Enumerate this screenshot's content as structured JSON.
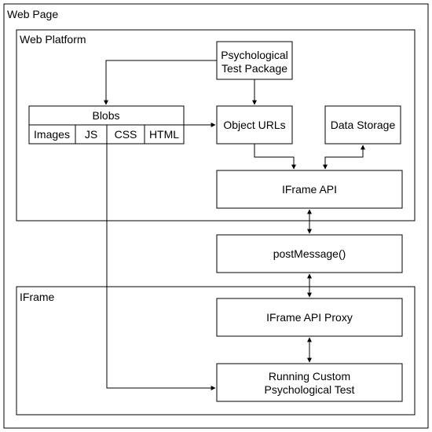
{
  "frames": {
    "web_page": "Web Page",
    "web_platform": "Web Platform",
    "iframe": "IFrame"
  },
  "nodes": {
    "package_line1": "Psychological",
    "package_line2": "Test Package",
    "blobs": "Blobs",
    "blob_parts": [
      "Images",
      "JS",
      "CSS",
      "HTML"
    ],
    "object_urls": "Object URLs",
    "data_storage": "Data Storage",
    "iframe_api": "IFrame API",
    "post_message": "postMessage()",
    "iframe_api_proxy": "IFrame API Proxy",
    "running_line1": "Running Custom",
    "running_line2": "Psychological Test"
  },
  "colors": {
    "stroke": "#000000",
    "fill": "#ffffff"
  }
}
